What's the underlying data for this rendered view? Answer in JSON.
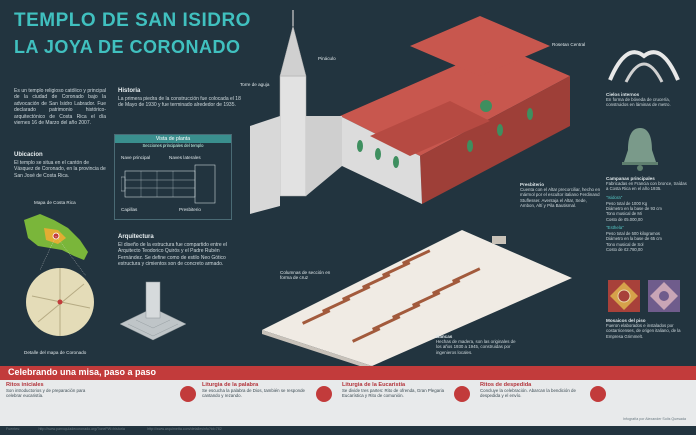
{
  "title": {
    "line1": "TEMPLO DE SAN ISIDRO",
    "line2": "LA JOYA DE CORONADO"
  },
  "intro": "Es un templo religioso católico y principal de la ciudad de Coronado bajo la advocación de San Isidro Labrador. Fue declarado patrimonio histórico-arquitectónico de Costa Rica el día viernes 16 de Marzo del año 2007.",
  "ubicacion": {
    "heading": "Ubicacion",
    "text": "El templo se situa en el cantón de Vásquez de Coronado, en la provincia de San José de Costa Rica."
  },
  "historia": {
    "heading": "Historia",
    "text": "La primera piedra de la construcción fue colocada el 18 de Mayo de 1930 y fue terminado alrededor de 1935."
  },
  "plan": {
    "heading": "Vista de planta",
    "sub": "Secciones principales del templo",
    "nave_principal": "Nave principal",
    "naves_laterales": "Naves laterales",
    "capillas": "Capillas",
    "presbiterio": "Presbiterio"
  },
  "arquitectura": {
    "heading": "Arquitectura",
    "text": "El diseño de la estructura fue compartido entre el Arquitecto Teodorico Quirós y el Padre Rubén Fernández. Se define como de estilo Neo Gótico estructura y cimientos son de concreto armado."
  },
  "map": {
    "label": "Mapa de Costa Rica",
    "detail": "Detalle del mapa de Coronado"
  },
  "church_labels": {
    "pinaculo": "Pináculo",
    "rosetan": "Rosetan Central",
    "torre": "Torre de aguja",
    "columnas": "Columnas de sección en forma de cruz",
    "presbiterio": "Presbiterio",
    "bancas": "Bancas"
  },
  "presbiterio_text": "Cuenta con el Altar precorciliar, hecho en mármol por el escultor italiano Ferdinand Stuflesser. Aventaja el Altar, Sede, Ambon, Altí y Pila Bautismal.",
  "bancas_text": "Hechas de madera, son las originales de los años 1930 a 1945, construidas por ingenieros locales.",
  "cielos": {
    "heading": "Cielos internos",
    "text": "En forma de bóveda de crucería, construidos en láminas de metro."
  },
  "campanas": {
    "heading": "Campanas principales",
    "text": "Fabricadas en Francia con bronce, traídas a Costa Rica en el año 1935.",
    "bell1": {
      "name": "\"Isidora\"",
      "lines": [
        "Peso total de 1000 Kg",
        "Diámetro en la base de 93 cm",
        "Tono musical de Mi",
        "Costo de ¢5.000,00"
      ]
    },
    "bell2": {
      "name": "\"Esthela\"",
      "lines": [
        "Peso total de 500 kilogramos",
        "Diámetro en la base de 65 cm",
        "Tono musical de Sol",
        "Costo de ¢2.780,00"
      ]
    }
  },
  "mosaicos": {
    "heading": "Mosaicos del piso",
    "text": "Fueron elaborados e instalados por costarricenses, de origen italiano, de la Empresa Grimmelt."
  },
  "misa": {
    "banner": "Celebrando una misa, paso a paso",
    "steps": [
      {
        "title": "Ritos iniciales",
        "text": "Son introductorios y de preparación para celebrar eucaristía."
      },
      {
        "title": "Liturgia de la palabra",
        "text": "Se escucha la palabra de Dios, también se responde cantando y rezando."
      },
      {
        "title": "Liturgia de la Eucaristía",
        "text": "Se divide tres partes: Rito de ofrenda, Gran Plegaria Eucarística y Rito de comunión."
      },
      {
        "title": "Ritos de despedida",
        "text": "Concluye la celebración. Abarcan la bendición de despedida y el envío."
      }
    ]
  },
  "footer": {
    "fuentes": "Fuentes:",
    "url1": "http://www.parroquiadecoronado.org/?onePW=historia",
    "url2": "http://www.arquimetta.com/detallesinfo?id=782",
    "credit": "Infografía por Alexander Solís Quesada"
  },
  "colors": {
    "bg": "#22343f",
    "teal": "#40c0bf",
    "red": "#c23b3b",
    "roof": "#c8574e",
    "wall": "#d9d9d9"
  }
}
